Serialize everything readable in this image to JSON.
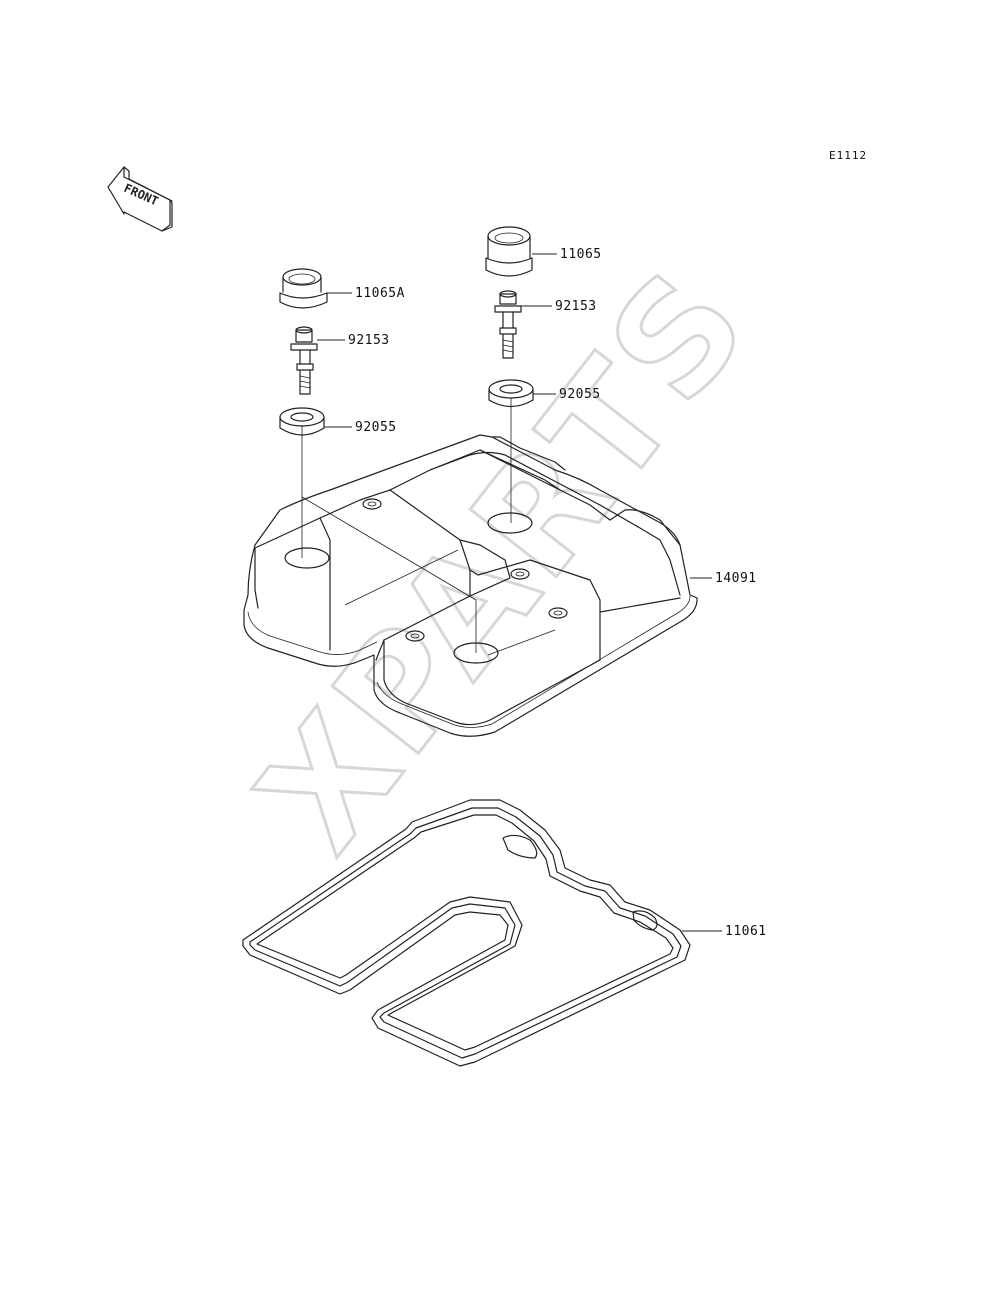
{
  "diagram_code": "E1112",
  "front_arrow_text": "FRONT",
  "watermark_text": "XPARTS",
  "parts": [
    {
      "number": "11065A",
      "name": "cap"
    },
    {
      "number": "92153",
      "name": "bolt"
    },
    {
      "number": "92055",
      "name": "washer"
    },
    {
      "number": "11065",
      "name": "cap"
    },
    {
      "number": "92153",
      "name": "bolt"
    },
    {
      "number": "92055",
      "name": "washer"
    },
    {
      "number": "14091",
      "name": "cylinder-head-cover"
    },
    {
      "number": "11061",
      "name": "gasket"
    }
  ],
  "colors": {
    "line": "#222222",
    "watermark": "#d7d7d7",
    "background": "#ffffff"
  }
}
